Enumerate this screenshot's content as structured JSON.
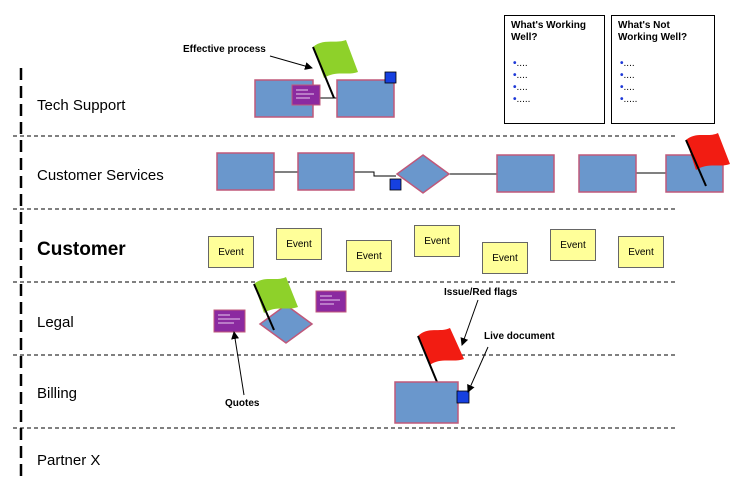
{
  "lanes": [
    {
      "label": "Tech Support"
    },
    {
      "label": "Customer Services"
    },
    {
      "label": "Customer"
    },
    {
      "label": "Legal"
    },
    {
      "label": "Billing"
    },
    {
      "label": "Partner X"
    }
  ],
  "notes": {
    "working_well": {
      "title": "What's Working Well?",
      "bullets": [
        "....",
        "....",
        "....",
        "....."
      ]
    },
    "not_working_well": {
      "title": "What's Not Working Well?",
      "bullets": [
        "....",
        "....",
        "....",
        "....."
      ]
    }
  },
  "events": [
    "Event",
    "Event",
    "Event",
    "Event",
    "Event",
    "Event",
    "Event"
  ],
  "callouts": {
    "effective_process": "Effective process",
    "issue_red_flags": "Issue/Red flags",
    "live_document": "Live document",
    "quotes": "Quotes"
  },
  "colors": {
    "process_fill": "#6a97cc",
    "process_border": "#c0587a",
    "event_fill": "#ffff99",
    "quote_fill": "#8b2aa0",
    "live_doc": "#1640e0",
    "green_flag": "#8ed12a",
    "red_flag": "#f21c12"
  },
  "icons": [
    "green-flag-icon",
    "red-flag-icon",
    "quote-note-icon",
    "live-document-icon"
  ]
}
